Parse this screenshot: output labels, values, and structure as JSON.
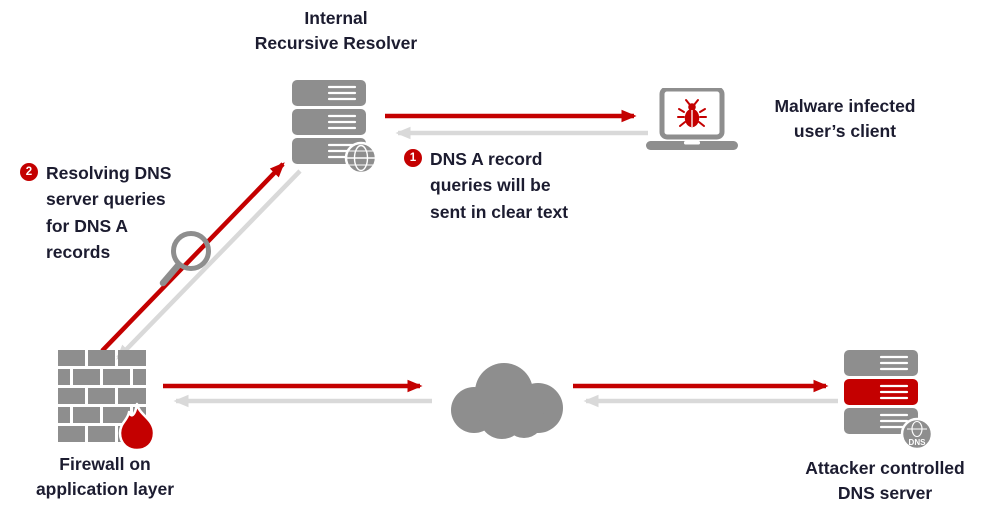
{
  "colors": {
    "accent_red": "#c40000",
    "icon_gray": "#8e8e8e",
    "arrow_light_gray": "#d9d9d9",
    "text_dark": "#1c1c30"
  },
  "nodes": {
    "resolver": {
      "label": "Internal\nRecursive Resolver"
    },
    "client": {
      "label": "Malware infected\nuser’s client"
    },
    "firewall": {
      "label": "Firewall on\napplication layer"
    },
    "attacker": {
      "label": "Attacker controlled\nDNS server"
    }
  },
  "annotations": [
    {
      "badge": "1",
      "text": "DNS A record\nqueries will be\nsent in clear text"
    },
    {
      "badge": "2",
      "text": "Resolving DNS\nserver queries\nfor DNS A\nrecords"
    }
  ],
  "icons": {
    "resolver": "server-stack-with-globe-icon",
    "client": "laptop-with-malware-bug-icon",
    "magnifier": "magnifying-glass-icon",
    "firewall": "brick-wall-with-flame-icon",
    "cloud": "cloud-icon",
    "attacker": "server-stack-with-dns-badge-icon",
    "attacker_badge_text": "DNS"
  }
}
